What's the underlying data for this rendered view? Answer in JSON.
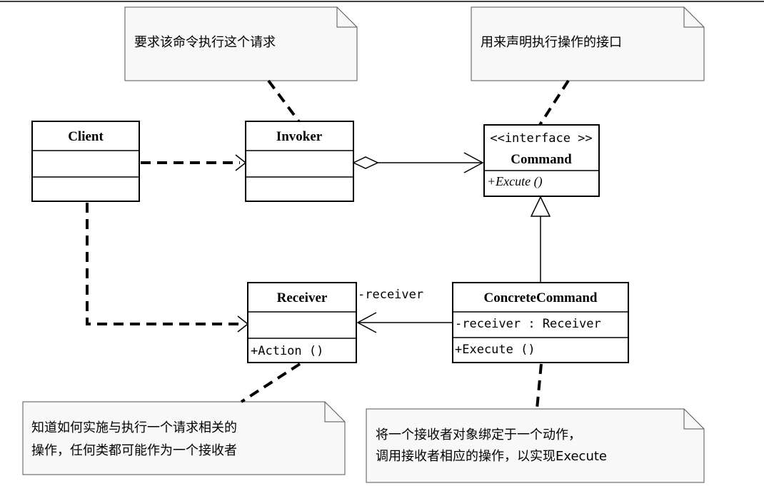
{
  "classes": {
    "client": {
      "name": "Client"
    },
    "invoker": {
      "name": "Invoker"
    },
    "command": {
      "stereotype": "<<interface >>",
      "name": "Command",
      "operation": "+Excute ()"
    },
    "receiver": {
      "name": "Receiver",
      "operation": "+Action ()"
    },
    "concrete_command": {
      "name": "ConcreteCommand",
      "attribute": "-receiver  : Receiver",
      "operation": "+Execute ()"
    }
  },
  "association_role": "-receiver",
  "notes": {
    "invoker_note": "要求该命令执行这个请求",
    "command_note": "用来声明执行操作的接口",
    "receiver_note": [
      "知道如何实施与执行一个请求相关的",
      "操作，任何类都可能作为一个接收者"
    ],
    "concrete_note": [
      "将一个接收者对象绑定于一个动作，",
      "调用接收者相应的操作，以实现Execute"
    ]
  }
}
